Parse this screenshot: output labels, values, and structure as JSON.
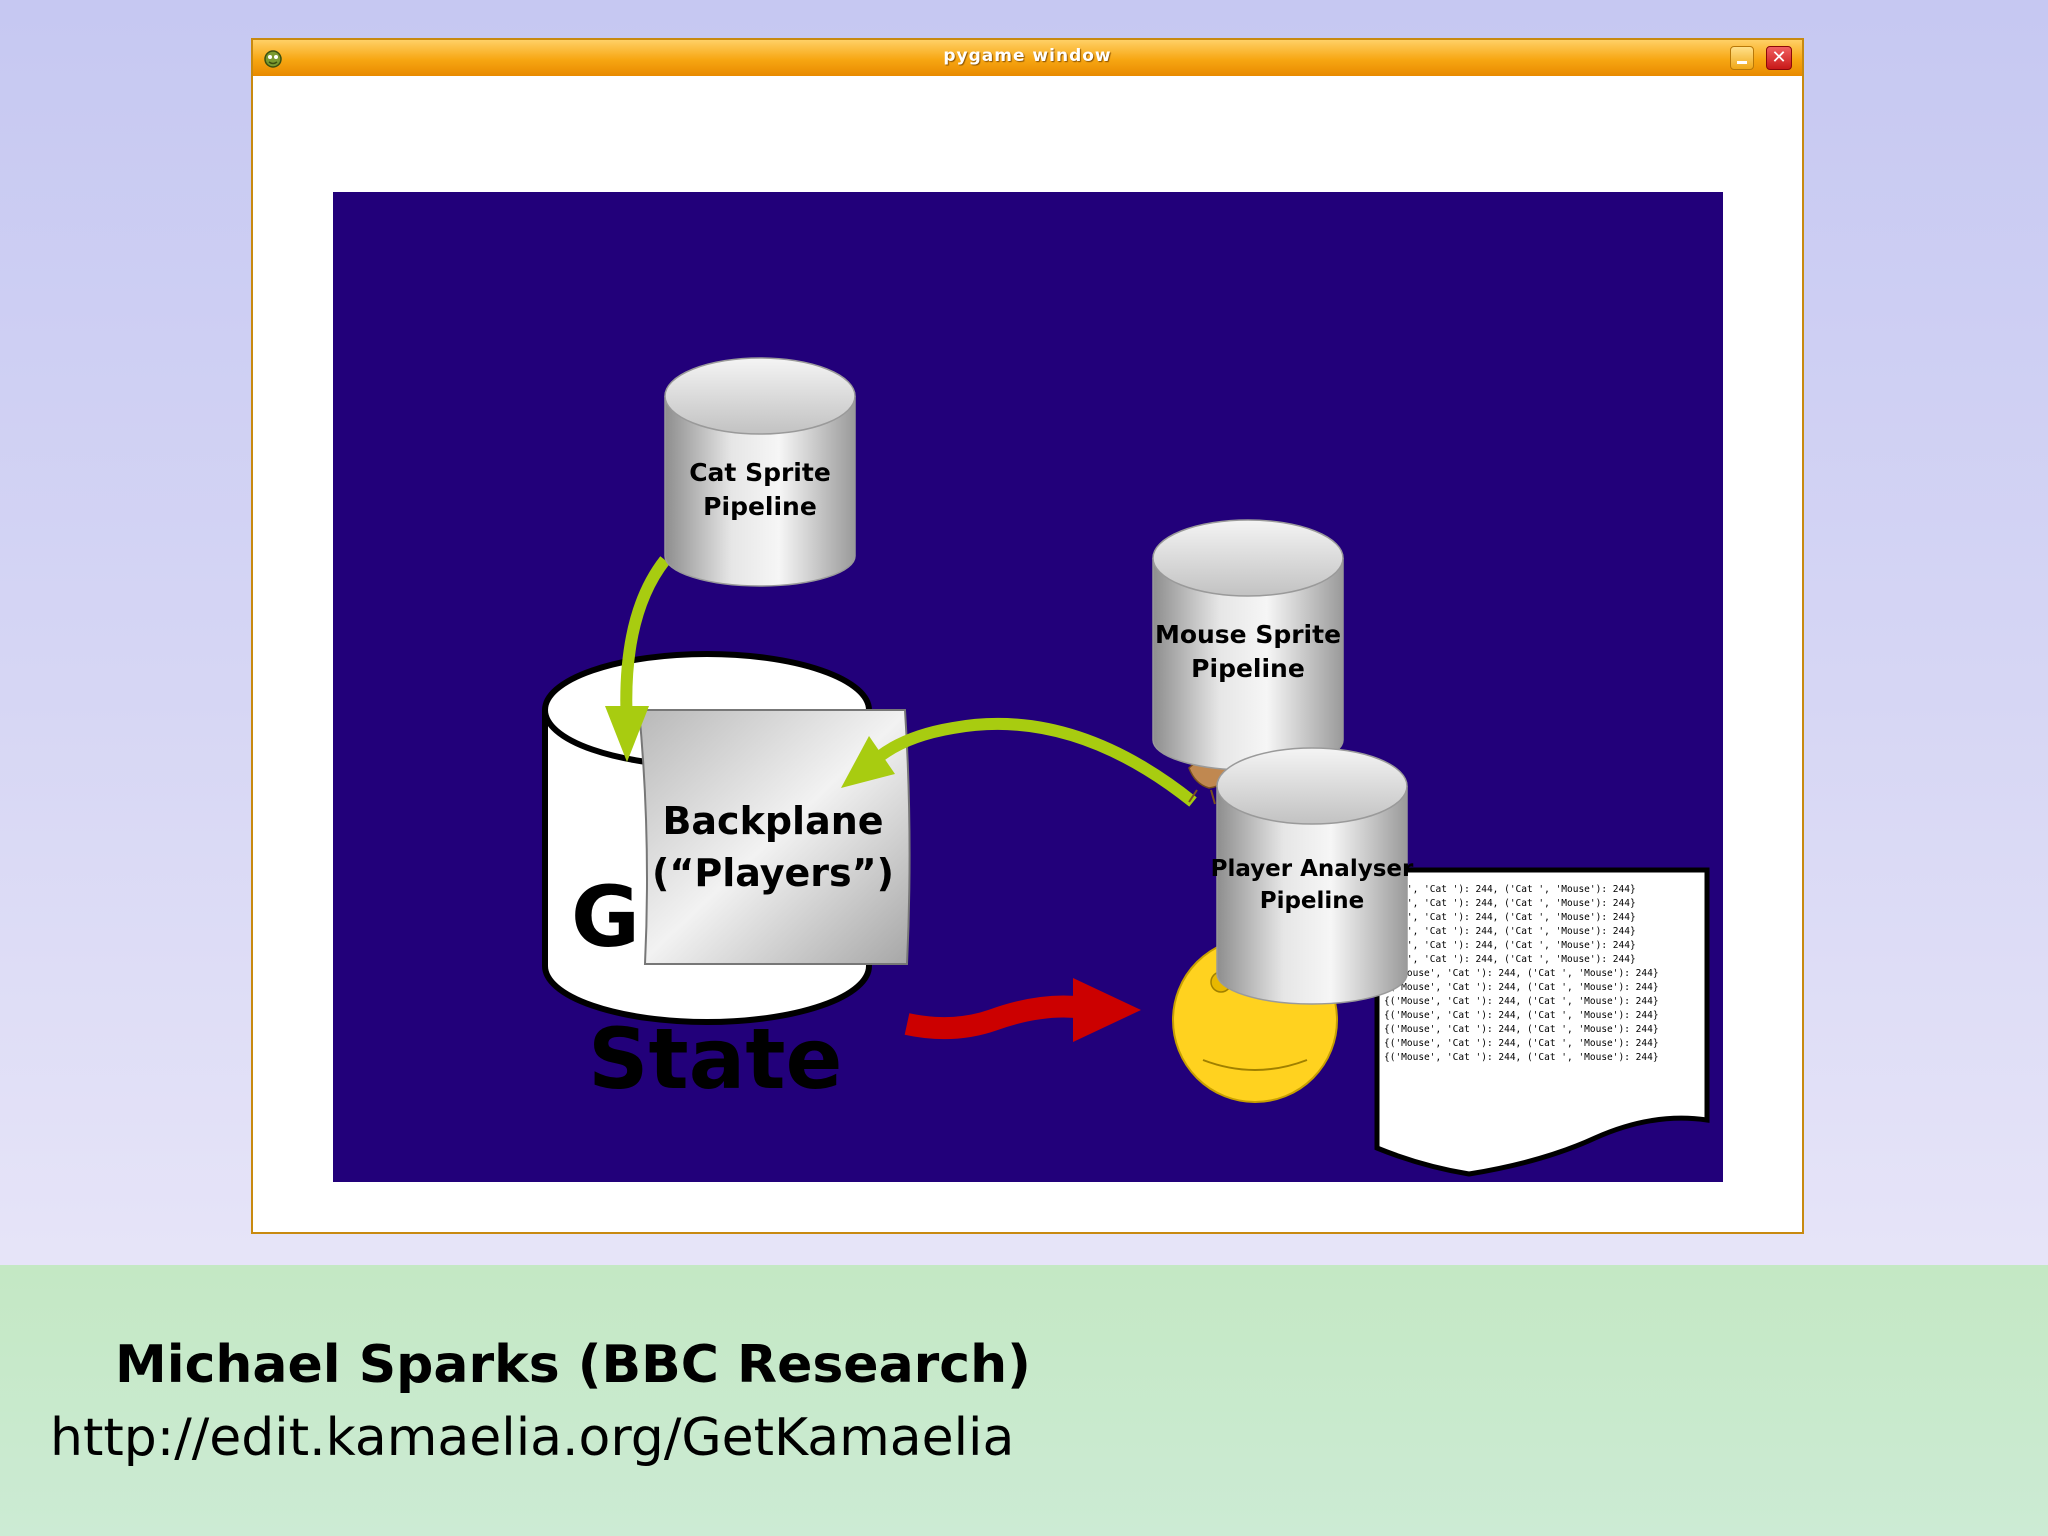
{
  "window": {
    "title": "pygame window",
    "close_glyph": "✕"
  },
  "diagram": {
    "cat_pipeline": [
      "Cat Sprite",
      "Pipeline"
    ],
    "mouse_pipeline": [
      "Mouse Sprite",
      "Pipeline"
    ],
    "analyser_pipeline": [
      "Player Analyser",
      "Pipeline"
    ],
    "backplane": [
      "Backplane",
      "(“Players”)"
    ],
    "game_state_partial": [
      "G",
      "State"
    ],
    "log_lines": [
      "ouse', 'Cat '): 244, ('Cat ', 'Mouse'): 244}",
      "ouse', 'Cat '): 244, ('Cat ', 'Mouse'): 244}",
      "ouse', 'Cat '): 244, ('Cat ', 'Mouse'): 244}",
      "ouse', 'Cat '): 244, ('Cat ', 'Mouse'): 244}",
      "ouse', 'Cat '): 244, ('Cat ', 'Mouse'): 244}",
      "ouse', 'Cat '): 244, ('Cat ', 'Mouse'): 244}",
      "{('Mouse', 'Cat '): 244, ('Cat ', 'Mouse'): 244}",
      "{('Mouse', 'Cat '): 244, ('Cat ', 'Mouse'): 244}",
      "{('Mouse', 'Cat '): 244, ('Cat ', 'Mouse'): 244}",
      "{('Mouse', 'Cat '): 244, ('Cat ', 'Mouse'): 244}",
      "{('Mouse', 'Cat '): 244, ('Cat ', 'Mouse'): 244}",
      "{('Mouse', 'Cat '): 244, ('Cat ', 'Mouse'): 244}",
      "{('Mouse', 'Cat '): 244, ('Cat ', 'Mouse'): 244}"
    ]
  },
  "footer": {
    "author": "Michael Sparks (BBC Research)",
    "url": "http://edit.kamaelia.org/GetKamaelia"
  },
  "colors": {
    "canvas_bg": "#22007a",
    "arrow_green": "#a8cc10",
    "arrow_red": "#cc0000",
    "smiley_yellow": "#ffd21f",
    "titlebar_orange": "#f7a612"
  }
}
